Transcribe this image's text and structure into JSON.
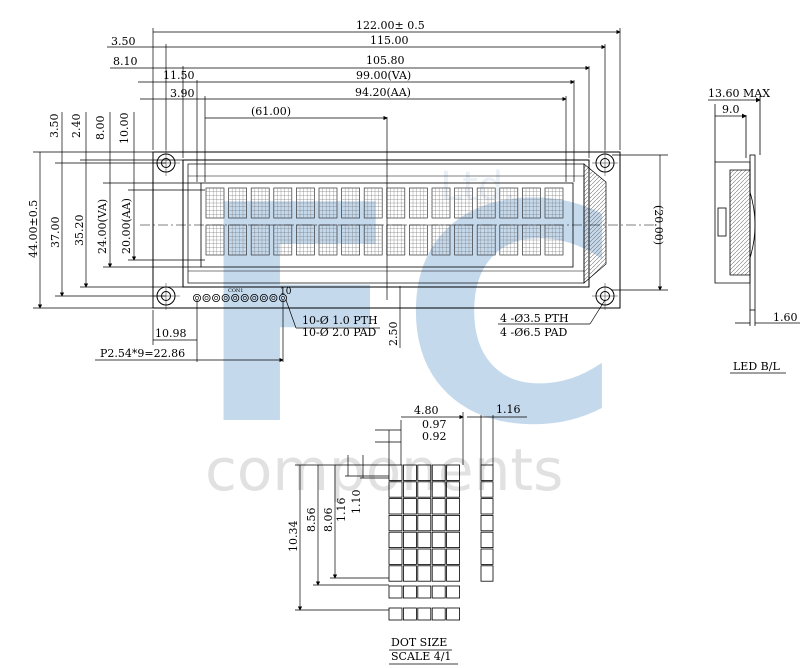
{
  "watermark": {
    "logo_letters": "FC",
    "word": "components",
    "faint_text": "Ltd.",
    "color": "#bcd3ea",
    "word_color": "#e0e0e0"
  },
  "front": {
    "overall": "122.00± 0.5",
    "d115": "115.00",
    "d105_8": "105.80",
    "va_w": "99.00(VA)",
    "aa_w": "94.20(AA)",
    "d61": "(61.00)",
    "l3_50": "3.50",
    "l8_10": "8.10",
    "l11_50": "11.50",
    "l3_90": "3.90",
    "v3_50": "3.50",
    "v2_40": "2.40",
    "v8_00": "8.00",
    "v10_00": "10.00",
    "h44": "44.00±0.5",
    "h37": "37.00",
    "h35_2": "35.20",
    "va_h": "24.00(VA)",
    "aa_h": "20.00(AA)",
    "h20": "(20.00)",
    "d10_98": "10.98",
    "pitch": "P2.54*9=22.86",
    "pth": "10-Ø 1.0 PTH",
    "pad": "10-Ø 2.0 PAD",
    "d2_50": "2.50",
    "mount_pth": "4 -Ø3.5 PTH",
    "mount_pad": "4 -Ø6.5 PAD",
    "con_label": "CON1",
    "pin10": "10"
  },
  "side": {
    "max": "13.60 MAX",
    "d9_0": "9.0",
    "d1_60": "1.60",
    "led": "LED B/L"
  },
  "dot": {
    "w4_80": "4.80",
    "w1_16": "1.16",
    "w0_97": "0.97",
    "w0_92": "0.92",
    "h10_34": "10.34",
    "h8_56": "8.56",
    "h8_06": "8.06",
    "h1_16": "1.16",
    "h1_10": "1.10",
    "title": "DOT SIZE",
    "scale": "SCALE 4/1"
  }
}
